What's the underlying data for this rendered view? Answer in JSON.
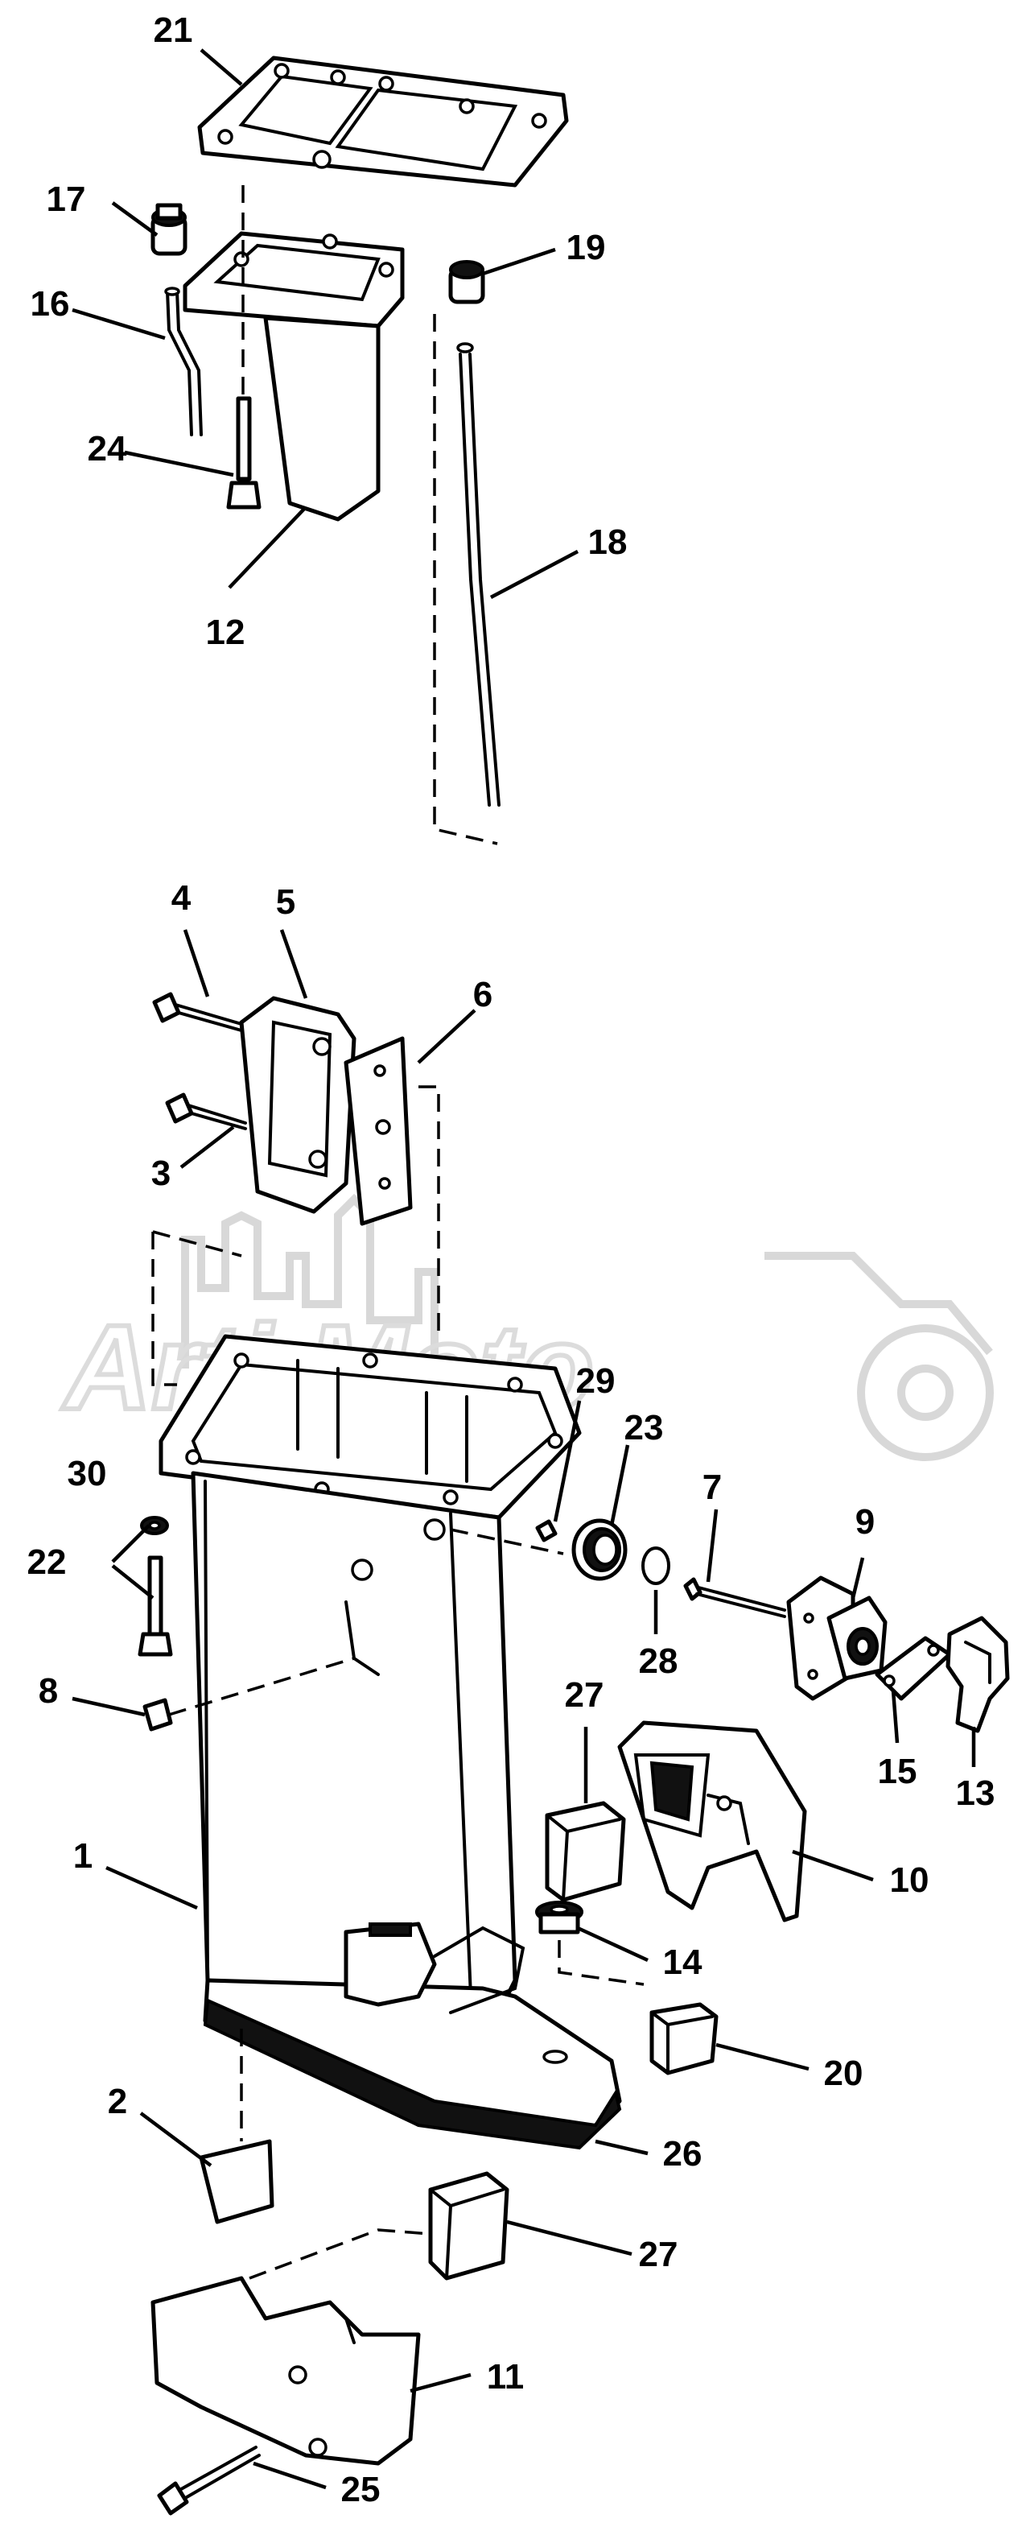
{
  "watermark": "Arti Moto",
  "callouts": [
    {
      "id": "21",
      "label": "21"
    },
    {
      "id": "17",
      "label": "17"
    },
    {
      "id": "19",
      "label": "19"
    },
    {
      "id": "16",
      "label": "16"
    },
    {
      "id": "24",
      "label": "24"
    },
    {
      "id": "18",
      "label": "18"
    },
    {
      "id": "12",
      "label": "12"
    },
    {
      "id": "4",
      "label": "4"
    },
    {
      "id": "5",
      "label": "5"
    },
    {
      "id": "6",
      "label": "6"
    },
    {
      "id": "3",
      "label": "3"
    },
    {
      "id": "29",
      "label": "29"
    },
    {
      "id": "23",
      "label": "23"
    },
    {
      "id": "7",
      "label": "7"
    },
    {
      "id": "9",
      "label": "9"
    },
    {
      "id": "30",
      "label": "30"
    },
    {
      "id": "22",
      "label": "22"
    },
    {
      "id": "28",
      "label": "28"
    },
    {
      "id": "8",
      "label": "8"
    },
    {
      "id": "27a",
      "label": "27"
    },
    {
      "id": "15",
      "label": "15"
    },
    {
      "id": "13",
      "label": "13"
    },
    {
      "id": "1",
      "label": "1"
    },
    {
      "id": "10",
      "label": "10"
    },
    {
      "id": "14",
      "label": "14"
    },
    {
      "id": "20",
      "label": "20"
    },
    {
      "id": "2",
      "label": "2"
    },
    {
      "id": "26",
      "label": "26"
    },
    {
      "id": "27b",
      "label": "27"
    },
    {
      "id": "11",
      "label": "11"
    },
    {
      "id": "25",
      "label": "25"
    }
  ]
}
